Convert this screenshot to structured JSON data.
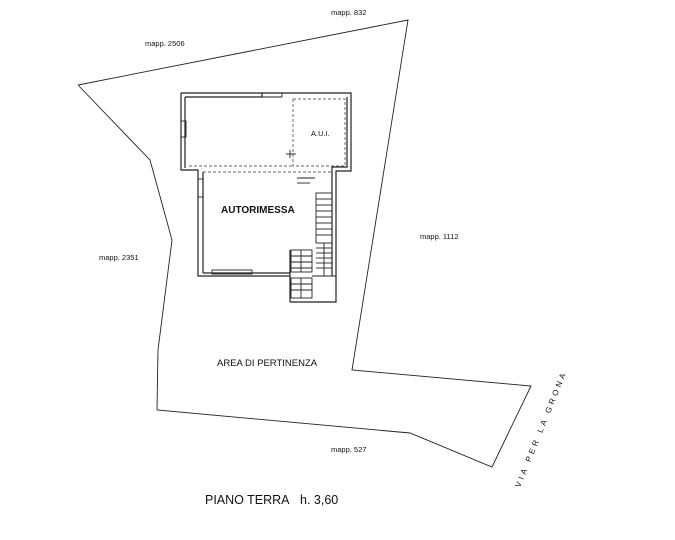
{
  "neighbors": {
    "n832": "mapp. 832",
    "n2506": "mapp. 2506",
    "n2351": "mapp. 2351",
    "n1112": "mapp. 1112",
    "n527": "mapp. 527"
  },
  "rooms": {
    "aui": "A.U.I.",
    "garage": "AUTORIMESSA"
  },
  "area": "AREA DI PERTINENZA",
  "road": "VIA PER LA GRONA",
  "floor": {
    "name": "PIANO TERRA",
    "height": "h. 3,60"
  }
}
